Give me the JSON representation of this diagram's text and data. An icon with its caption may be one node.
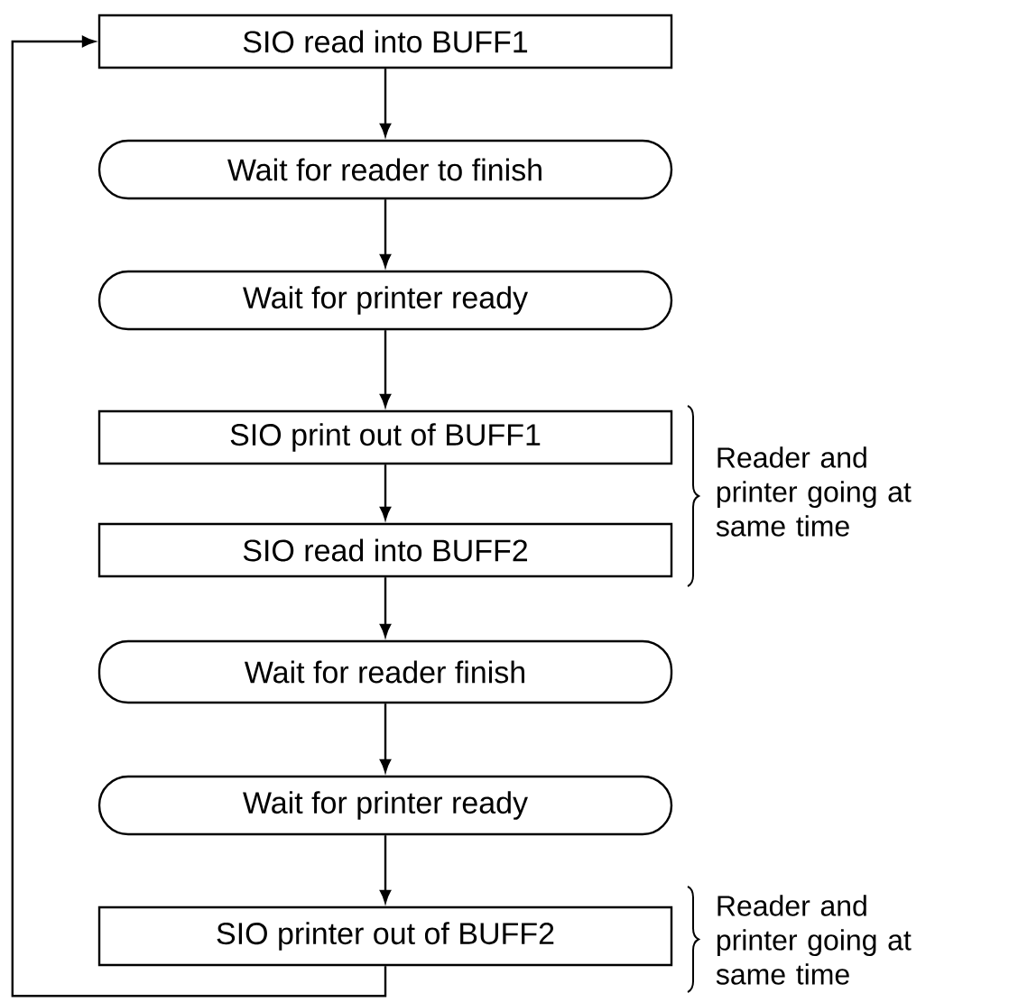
{
  "diagram": {
    "nodes": [
      {
        "text": [
          "SIO read into BUFF1"
        ]
      },
      {
        "text": [
          "Wait for reader to finish"
        ]
      },
      {
        "text": [
          "Wait for printer ready"
        ]
      },
      {
        "text": [
          "SIO print out of BUFF1"
        ]
      },
      {
        "text": [
          "SIO read into BUFF2"
        ]
      },
      {
        "text": [
          "Wait for reader finish"
        ]
      },
      {
        "text": [
          "Wait for printer ready"
        ]
      },
      {
        "text": [
          "SIO printer out of BUFF2"
        ],
        "beside": [
          "Reader and printer going at same time"
        ]
      }
    ],
    "edges": [
      {
        "from": 0,
        "to": 1,
        "arrow": "to"
      },
      {
        "from": 1,
        "to": 2,
        "arrow": "to"
      },
      {
        "from": 2,
        "to": 3,
        "arrow": "to"
      },
      {
        "from": 3,
        "to": 4,
        "arrow": "to"
      },
      {
        "from": 4,
        "to": 5,
        "arrow": "to"
      },
      {
        "from": 5,
        "to": 6,
        "arrow": "to"
      },
      {
        "from": 6,
        "to": 7,
        "arrow": "to"
      },
      {
        "from": 7,
        "to": 0,
        "arrow": "to"
      }
    ],
    "labels": [
      "Reader and printer going at same time"
    ]
  }
}
